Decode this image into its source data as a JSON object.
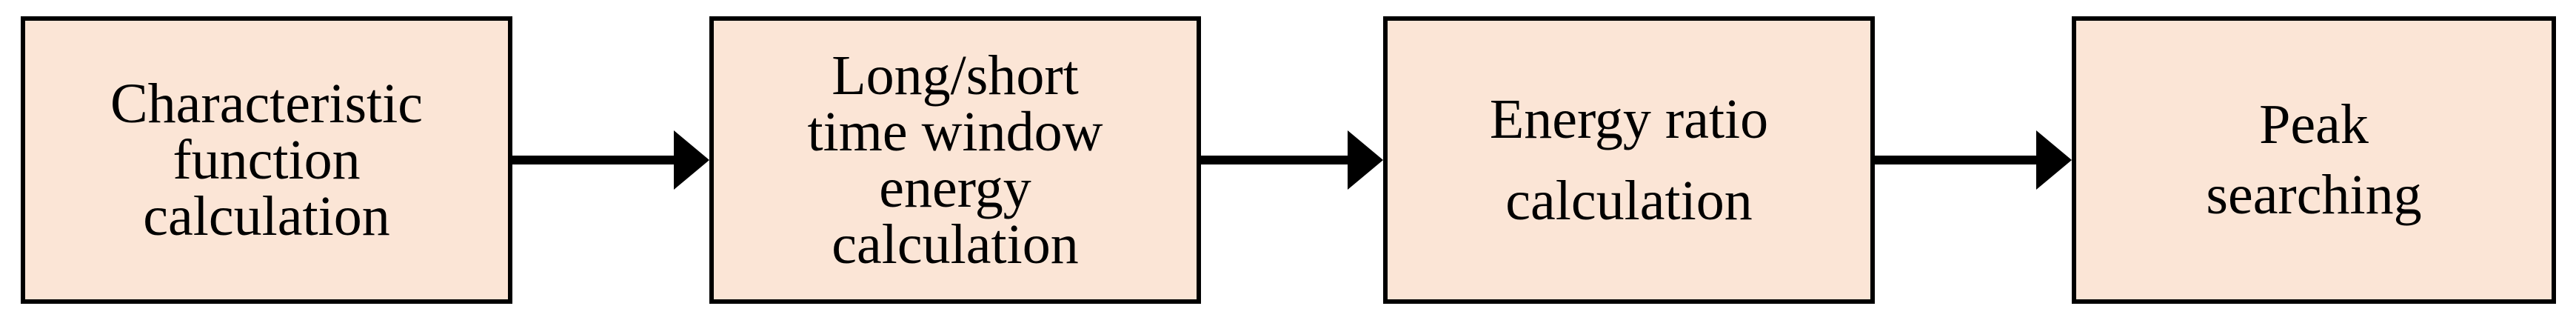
{
  "colors": {
    "box_fill": "#fbe5d6",
    "border": "#000000",
    "arrow": "#000000",
    "text": "#000000"
  },
  "flowchart": {
    "steps": [
      {
        "label": "Characteristic\nfunction\ncalculation"
      },
      {
        "label": "Long/short\ntime window\nenergy\ncalculation"
      },
      {
        "label": "Energy ratio\ncalculation"
      },
      {
        "label": "Peak\nsearching"
      }
    ],
    "connectors": [
      {
        "from": 0,
        "to": 1
      },
      {
        "from": 1,
        "to": 2
      },
      {
        "from": 2,
        "to": 3
      }
    ]
  }
}
